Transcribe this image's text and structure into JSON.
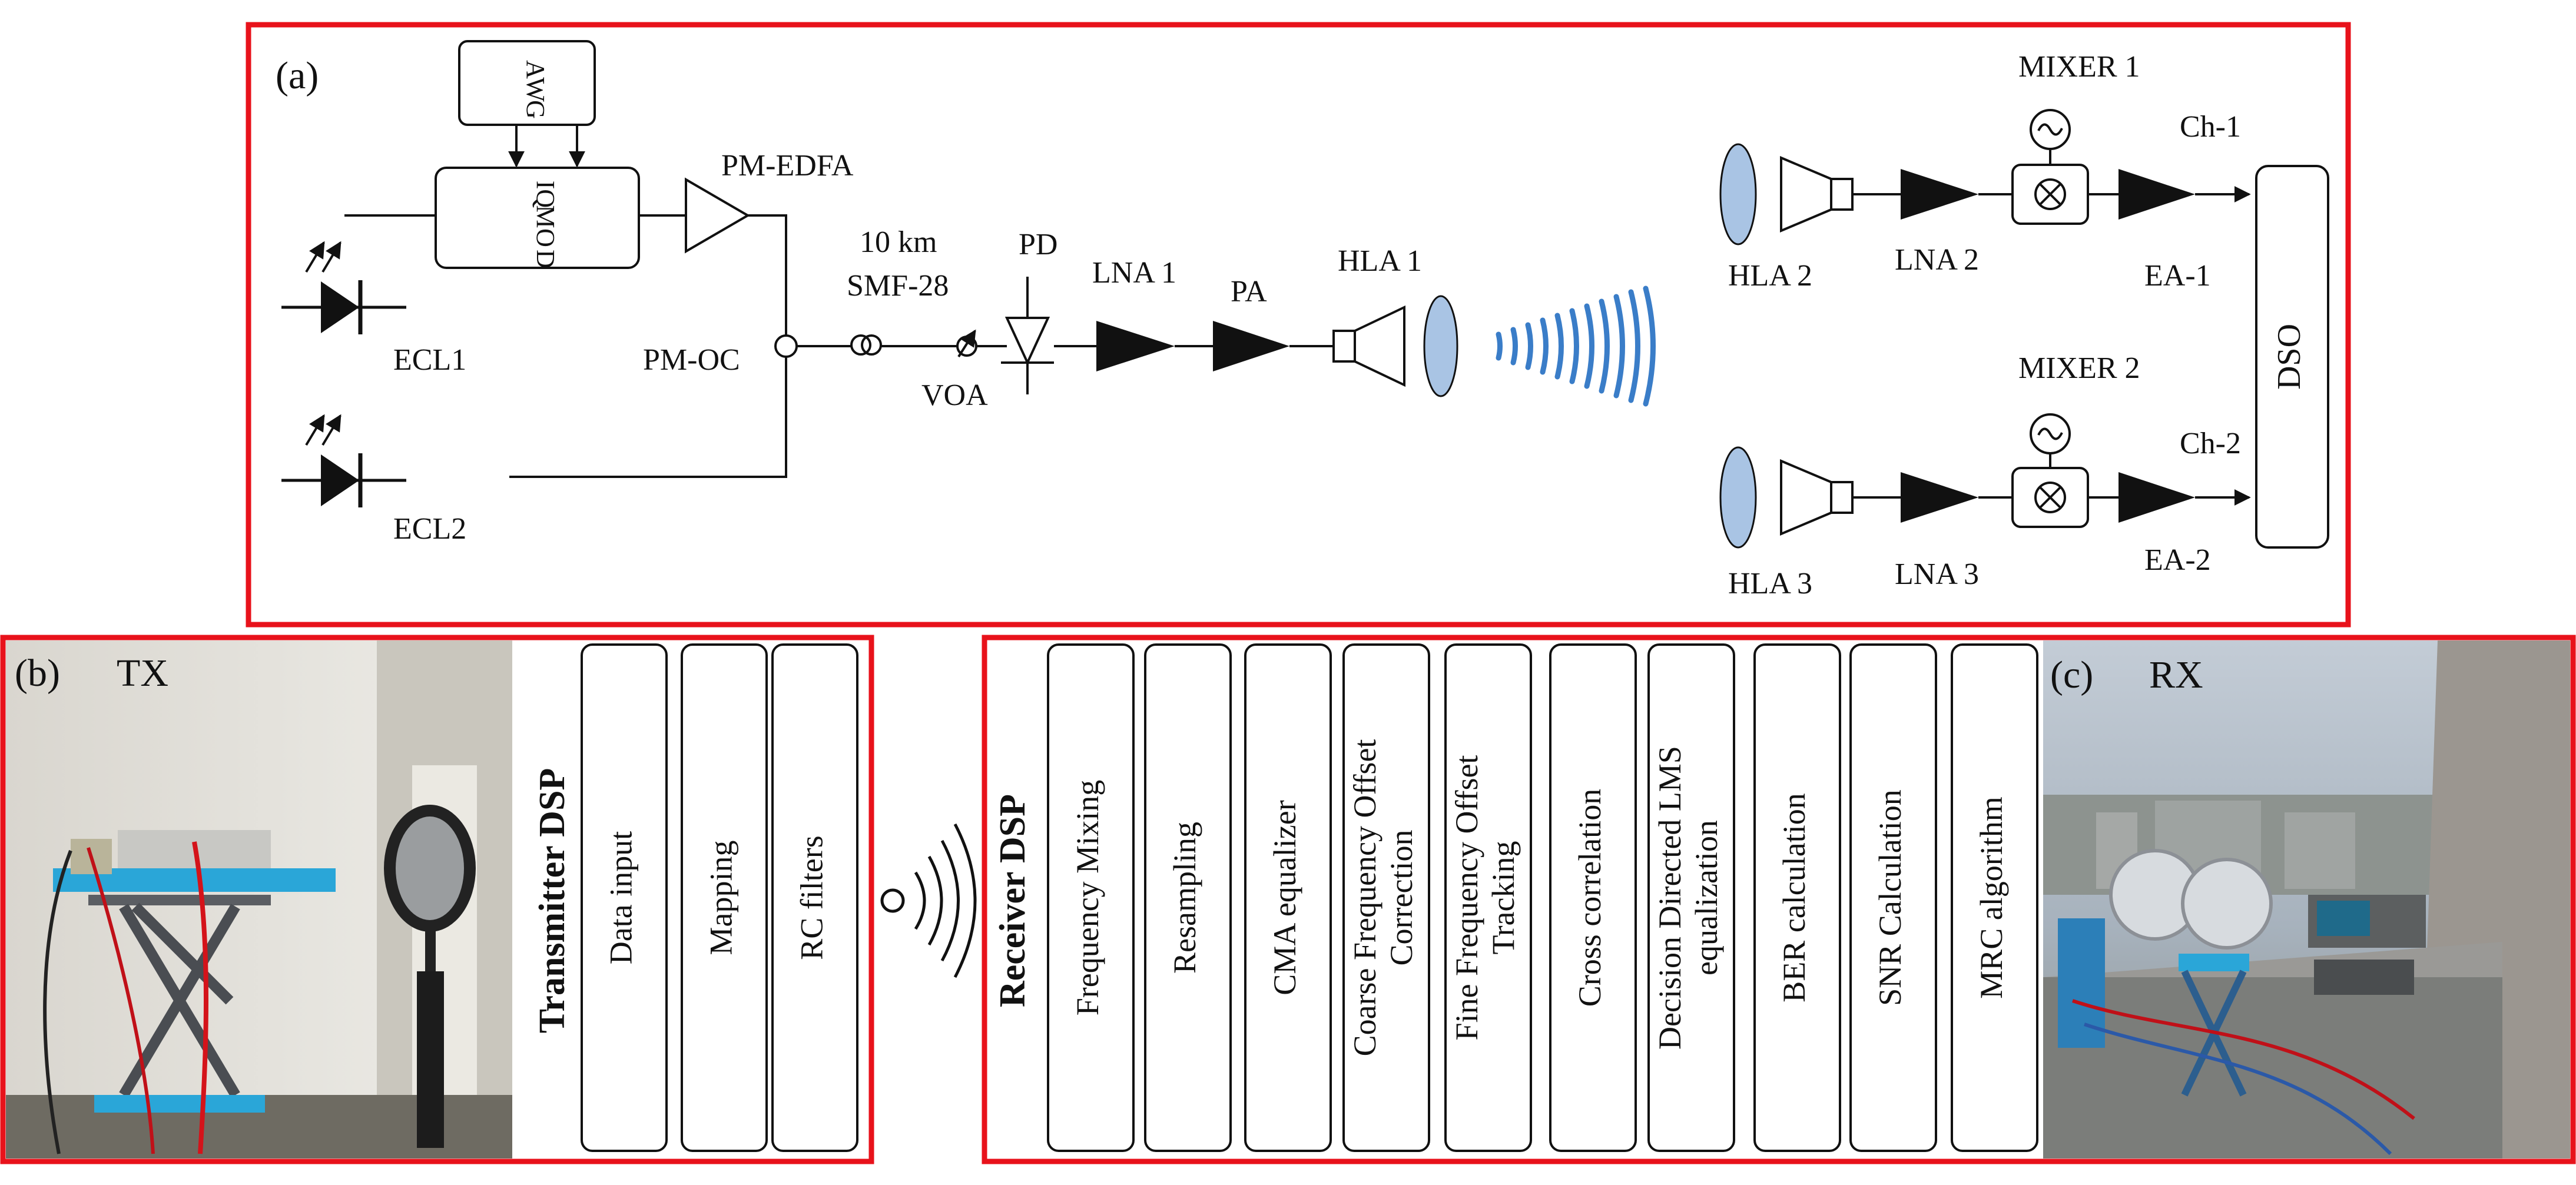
{
  "colors": {
    "frame": "#e8121b",
    "ink": "#111111",
    "lens": "#a9c4e4",
    "wave": "#3a7dc8",
    "sky": "#b9c7d4"
  },
  "panel_a": {
    "label": "(a)",
    "awg": [
      "A",
      "W",
      "G"
    ],
    "iq_mod": [
      "IQ",
      "M",
      "O",
      "D"
    ],
    "ecl1": "ECL1",
    "ecl2": "ECL2",
    "pm_edfa": "PM-EDFA",
    "pm_oc": "PM-OC",
    "fiber_len": "10 km",
    "fiber_type": "SMF-28",
    "voa": "VOA",
    "pd": "PD",
    "lna1": "LNA 1",
    "pa": "PA",
    "hla1": "HLA 1",
    "hla2": "HLA 2",
    "hla3": "HLA 3",
    "lna2": "LNA 2",
    "lna3": "LNA 3",
    "mixer1": "MIXER 1",
    "mixer2": "MIXER 2",
    "ch1": "Ch-1",
    "ch2": "Ch-2",
    "ea1": "EA-1",
    "ea2": "EA-2",
    "dso": "DSO"
  },
  "panel_b": {
    "label": "(b)",
    "title": "TX",
    "dsp_title": "Transmitter  DSP",
    "blocks": [
      "Data input",
      "Mapping",
      "RC filters"
    ]
  },
  "panel_c": {
    "label": "(c)",
    "title": "RX",
    "dsp_title": "Receiver  DSP",
    "blocks": [
      [
        "Frequency Mixing"
      ],
      [
        "Resampling"
      ],
      [
        "CMA equalizer"
      ],
      [
        "Coarse Frequency Offset",
        "Correction"
      ],
      [
        "Fine Frequency Offset",
        "Tracking"
      ],
      [
        "Cross correlation"
      ],
      [
        "Decision Directed LMS",
        "equalization"
      ],
      [
        "BER calculation"
      ],
      [
        "SNR Calculation"
      ],
      [
        "MRC algorithm"
      ]
    ]
  }
}
